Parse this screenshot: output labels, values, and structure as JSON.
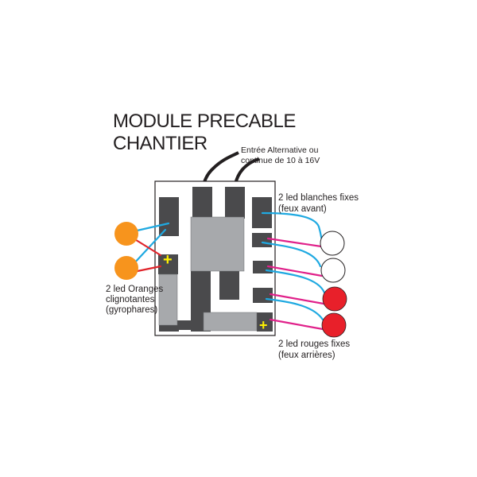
{
  "title": {
    "line1": "MODULE PRECABLE",
    "line2": "CHANTIER"
  },
  "power_input": {
    "line1": "Entrée Alternative ou",
    "line2": "continue de 10 à 16V"
  },
  "white_leds": {
    "line1": "2 led blanches fixes",
    "line2": "(feux avant)"
  },
  "red_leds": {
    "line1": "2 led rouges fixes",
    "line2": "(feux arrières)"
  },
  "orange_leds": {
    "line1": "2 led Oranges",
    "line2": "clignotantes",
    "line3": "(gyrophares)"
  },
  "plus_symbol": "+",
  "colors": {
    "board_dark": "#4a4a4c",
    "board_light": "#a7a9ac",
    "wire_blue": "#1fa9e1",
    "wire_red": "#e0242b",
    "wire_magenta": "#e0218a",
    "led_orange": "#f7941d",
    "led_red": "#e8202a",
    "plus": "#fff200"
  }
}
